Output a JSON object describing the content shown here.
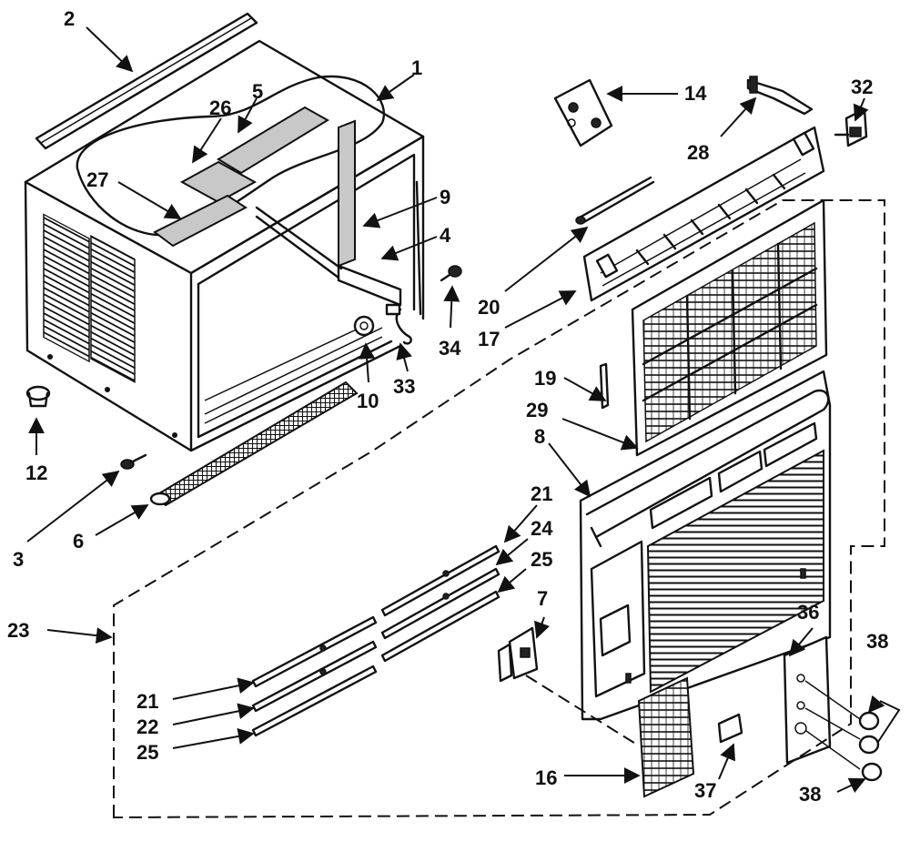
{
  "callouts": {
    "p1": "1",
    "p2": "2",
    "p3": "3",
    "p4": "4",
    "p5": "5",
    "p6": "6",
    "p7": "7",
    "p8": "8",
    "p9": "9",
    "p10": "10",
    "p12": "12",
    "p14": "14",
    "p16": "16",
    "p17": "17",
    "p19": "19",
    "p20": "20",
    "p21a": "21",
    "p21b": "21",
    "p22": "22",
    "p23": "23",
    "p24": "24",
    "p25a": "25",
    "p25b": "25",
    "p26": "26",
    "p27": "27",
    "p28": "28",
    "p29": "29",
    "p32": "32",
    "p33": "33",
    "p34": "34",
    "p36": "36",
    "p37": "37",
    "p38a": "38",
    "p38b": "38"
  }
}
